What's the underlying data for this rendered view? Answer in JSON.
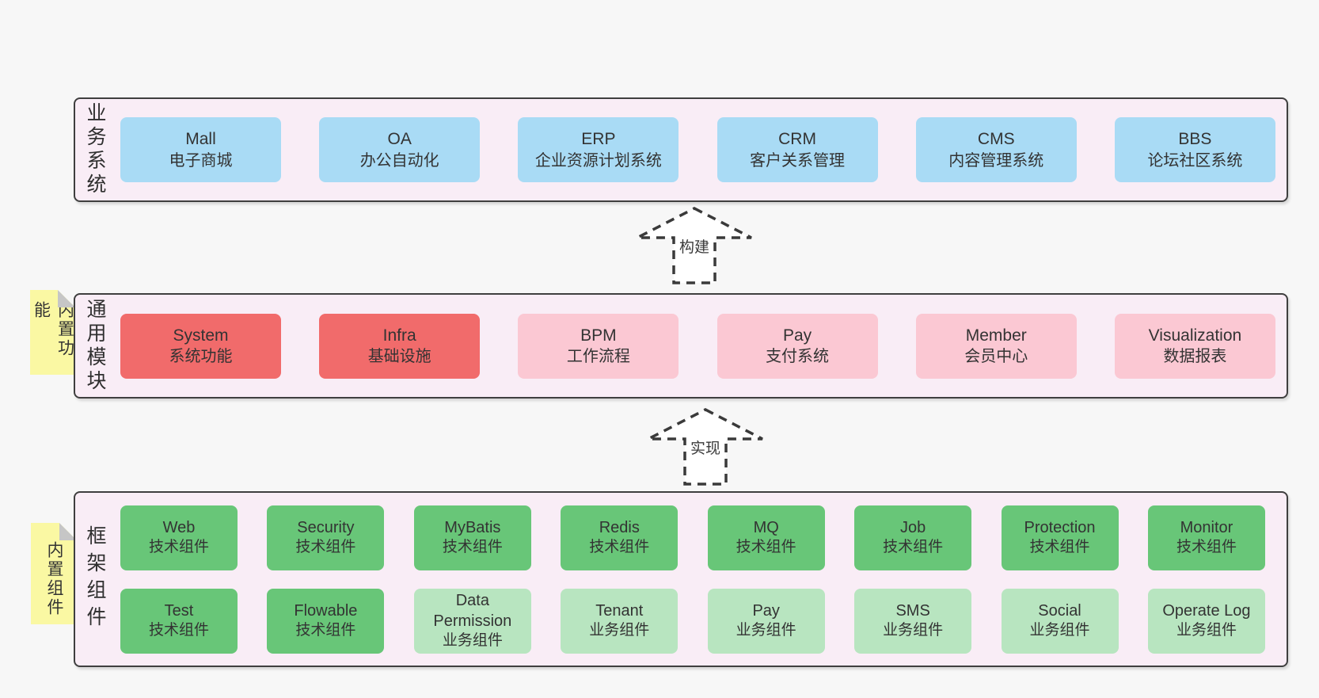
{
  "palette": {
    "page_bg": "#f7f7f7",
    "container_bg": "#f9edf6",
    "container_border": "#3f3f3f",
    "blue_box": "#a9dbf5",
    "red_box": "#f16b6b",
    "pink_box": "#fbc8d3",
    "green_box": "#68c678",
    "light_green_box": "#b8e5c0",
    "sticky_yellow": "#faf8a3",
    "sticky_fold_gray": "#c6c6c6",
    "text": "#333333"
  },
  "arrows": [
    {
      "label": "构建"
    },
    {
      "label": "实现"
    }
  ],
  "layers": [
    {
      "label": "业务系统",
      "boxes": [
        {
          "name": "Mall",
          "desc": "电子商城"
        },
        {
          "name": "OA",
          "desc": "办公自动化"
        },
        {
          "name": "ERP",
          "desc": "企业资源计划系统"
        },
        {
          "name": "CRM",
          "desc": "客户关系管理"
        },
        {
          "name": "CMS",
          "desc": "内容管理系统"
        },
        {
          "name": "BBS",
          "desc": "论坛社区系统"
        }
      ]
    },
    {
      "label": "通用模块",
      "sticky": "内置功能",
      "boxes": [
        {
          "name": "System",
          "desc": "系统功能"
        },
        {
          "name": "Infra",
          "desc": "基础设施"
        },
        {
          "name": "BPM",
          "desc": "工作流程"
        },
        {
          "name": "Pay",
          "desc": "支付系统"
        },
        {
          "name": "Member",
          "desc": "会员中心"
        },
        {
          "name": "Visualization",
          "desc": "数据报表"
        }
      ]
    },
    {
      "label": "框架组件",
      "sticky": "内置组件",
      "rows": [
        [
          {
            "name": "Web",
            "desc": "技术组件"
          },
          {
            "name": "Security",
            "desc": "技术组件"
          },
          {
            "name": "MyBatis",
            "desc": "技术组件"
          },
          {
            "name": "Redis",
            "desc": "技术组件"
          },
          {
            "name": "MQ",
            "desc": "技术组件"
          },
          {
            "name": "Job",
            "desc": "技术组件"
          },
          {
            "name": "Protection",
            "desc": "技术组件"
          },
          {
            "name": "Monitor",
            "desc": "技术组件"
          }
        ],
        [
          {
            "name": "Test",
            "desc": "技术组件"
          },
          {
            "name": "Flowable",
            "desc": "技术组件"
          },
          {
            "name": "Data Permission",
            "desc": "业务组件"
          },
          {
            "name": "Tenant",
            "desc": "业务组件"
          },
          {
            "name": "Pay",
            "desc": "业务组件"
          },
          {
            "name": "SMS",
            "desc": "业务组件"
          },
          {
            "name": "Social",
            "desc": "业务组件"
          },
          {
            "name": "Operate Log",
            "desc": "业务组件"
          }
        ]
      ]
    }
  ]
}
